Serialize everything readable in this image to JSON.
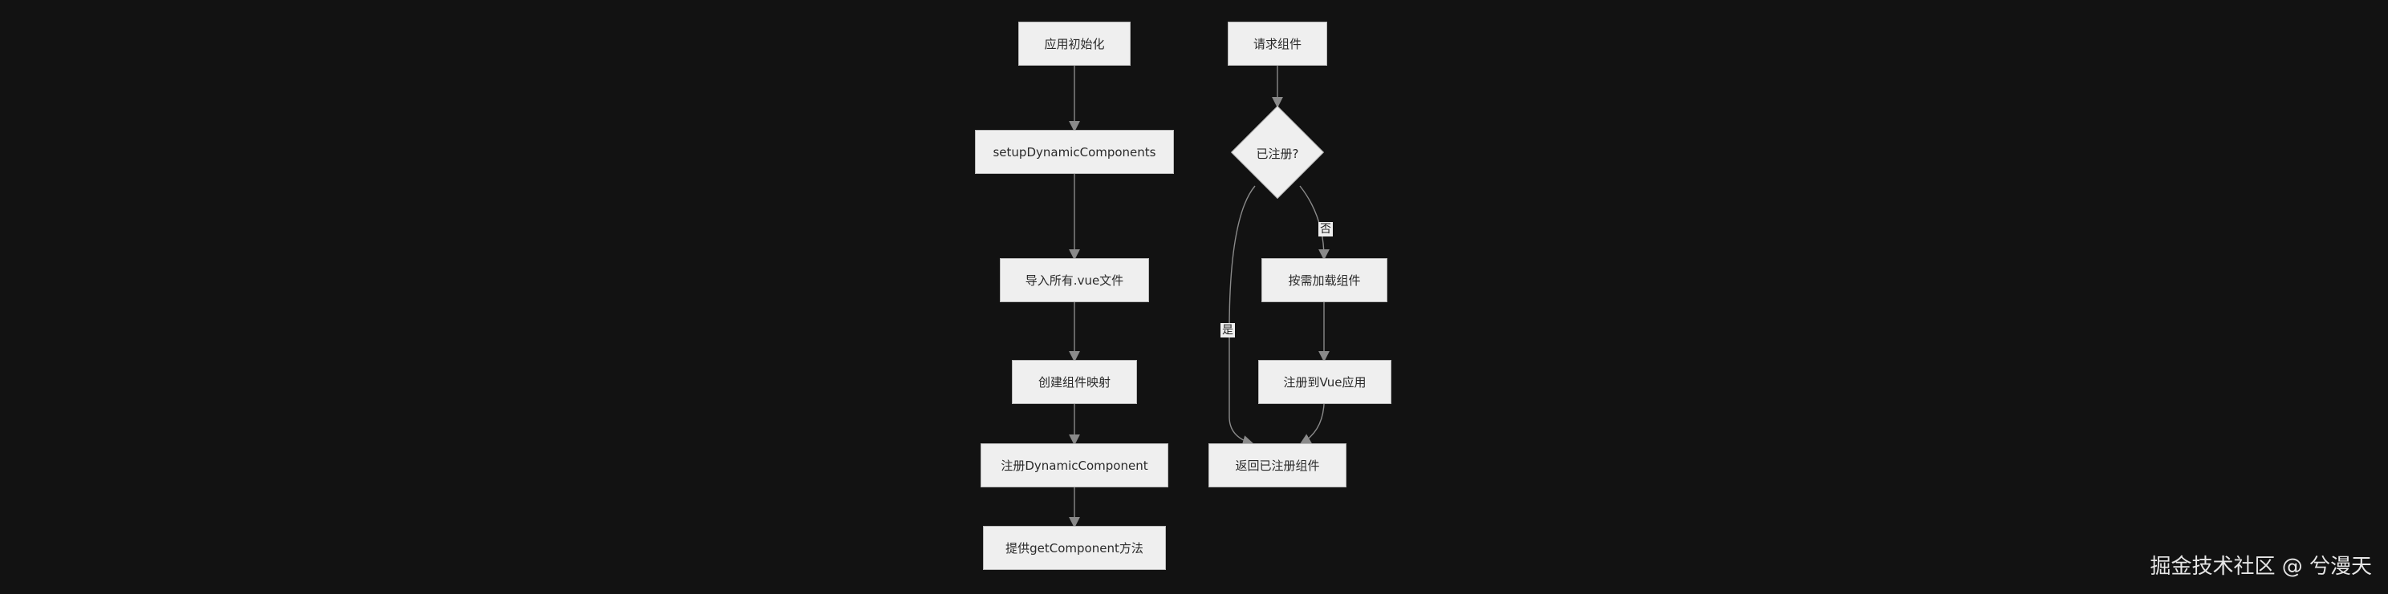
{
  "left_flow": {
    "n1": "应用初始化",
    "n2": "setupDynamicComponents",
    "n3": "导入所有.vue文件",
    "n4": "创建组件映射",
    "n5": "注册DynamicComponent",
    "n6": "提供getComponent方法"
  },
  "right_flow": {
    "start": "请求组件",
    "decision": "已注册?",
    "no_label": "否",
    "yes_label": "是",
    "load": "按需加载组件",
    "register": "注册到Vue应用",
    "return": "返回已注册组件"
  },
  "watermark": "掘金技术社区 @ 兮漫天",
  "colors": {
    "background": "#121212",
    "node_fill": "#efefef",
    "edge": "#8a8a8a"
  }
}
